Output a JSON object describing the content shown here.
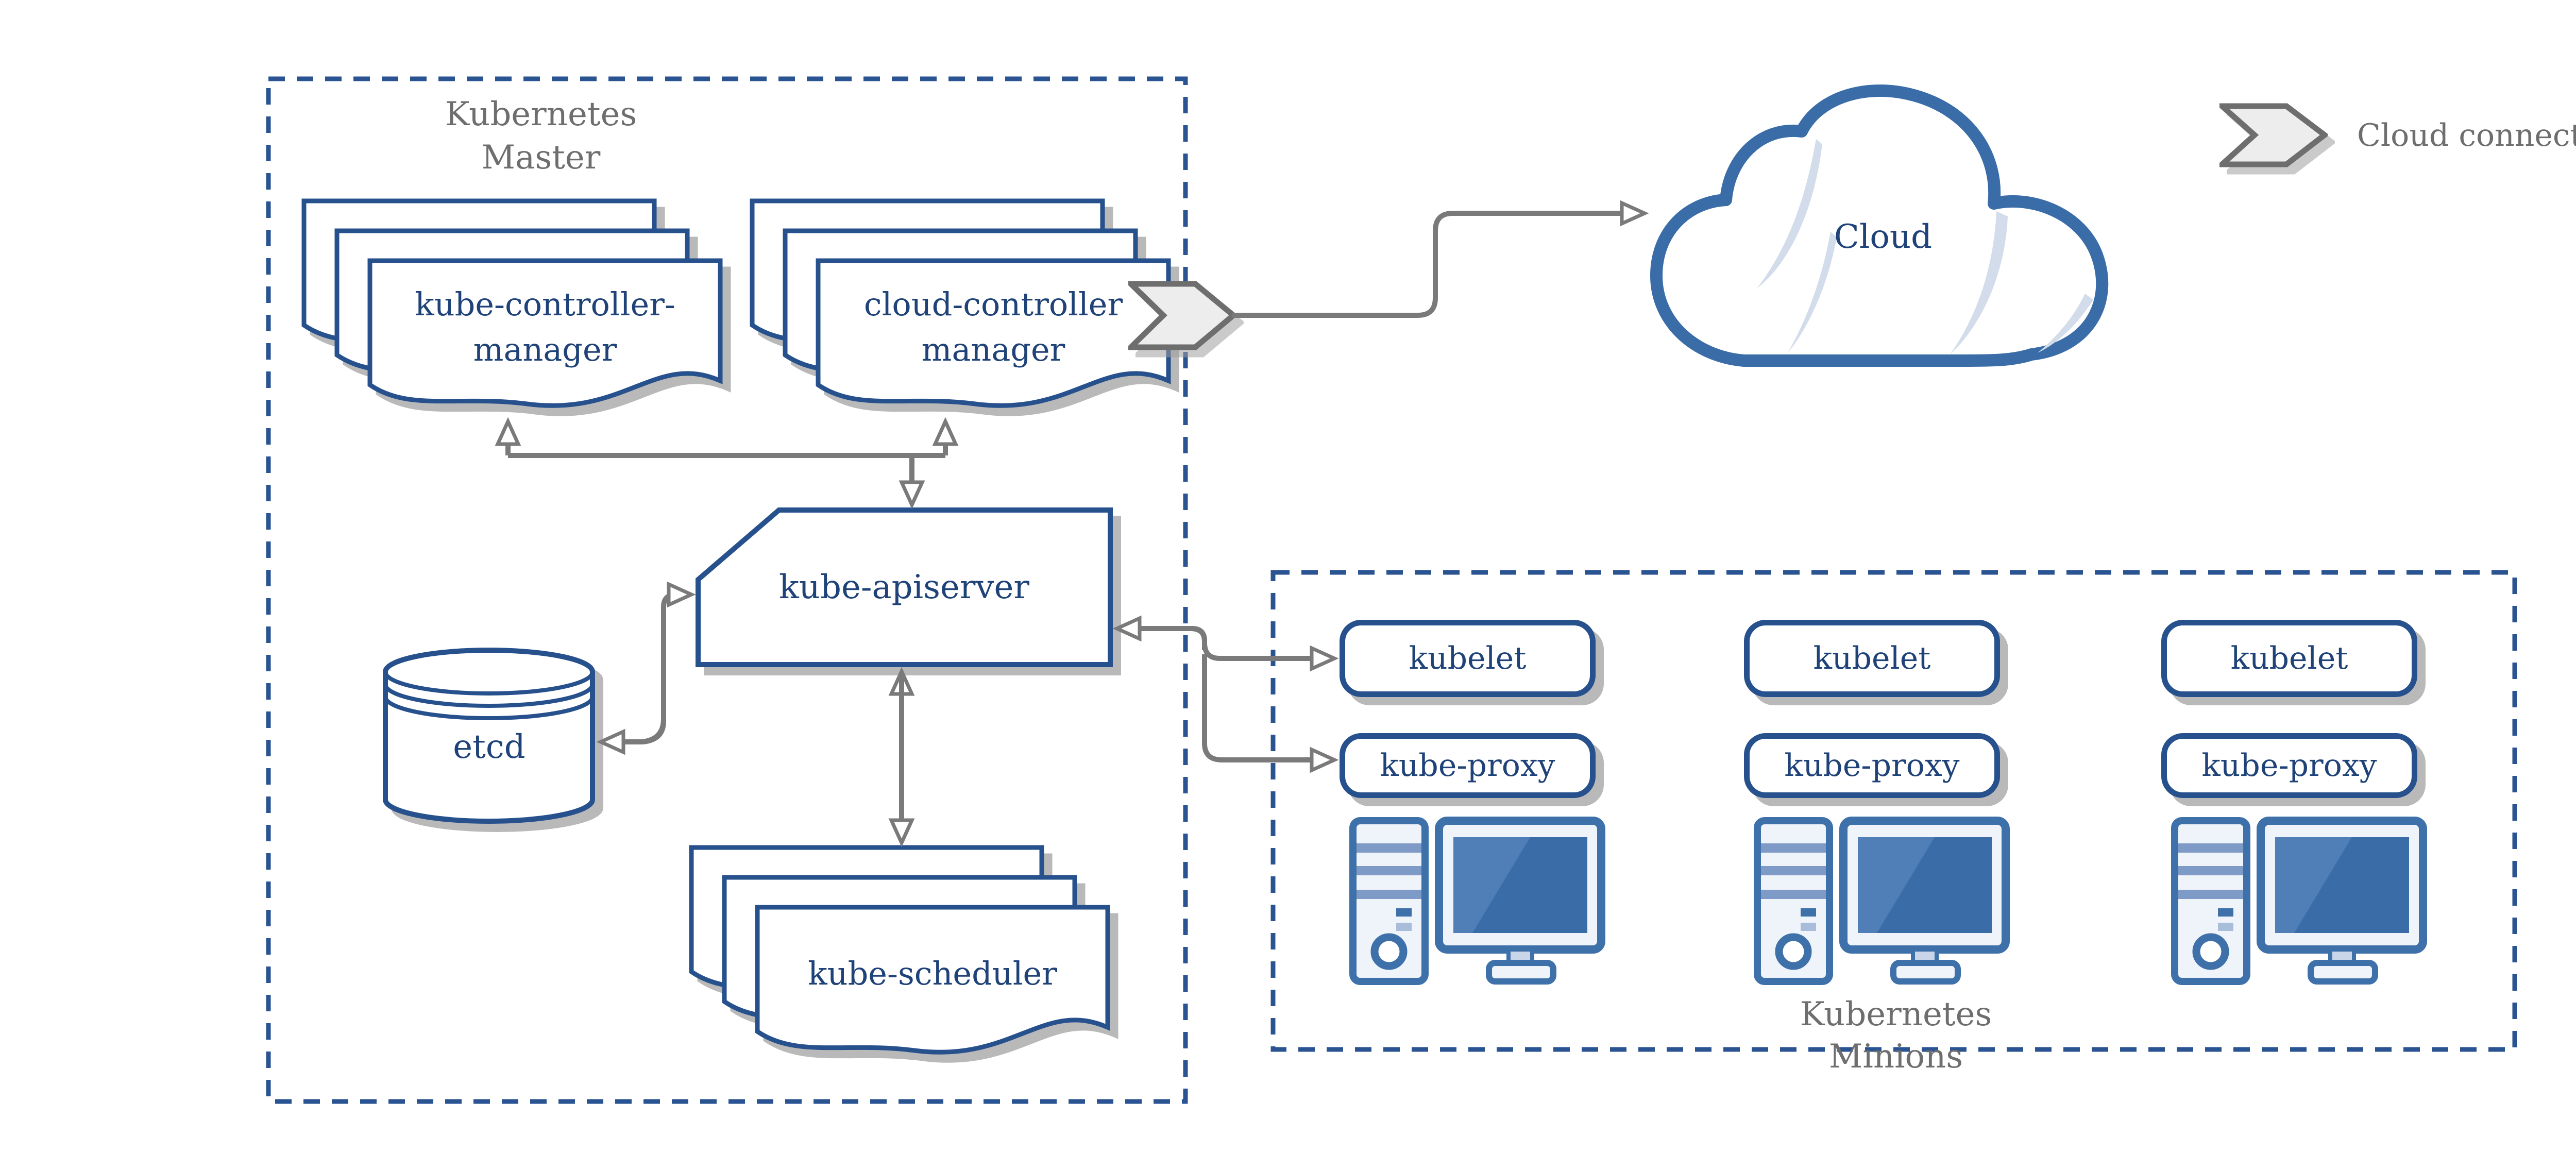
{
  "master": {
    "title": {
      "line1": "Kubernetes",
      "line2": "Master"
    },
    "kube_controller_manager": {
      "line1": "kube-controller-",
      "line2": "manager"
    },
    "cloud_controller_manager": {
      "line1": "cloud-controller",
      "line2": "manager"
    },
    "kube_apiserver": {
      "label": "kube-apiserver"
    },
    "etcd": {
      "label": "etcd"
    },
    "kube_scheduler": {
      "label": "kube-scheduler"
    }
  },
  "cloud": {
    "label": "Cloud"
  },
  "legend": {
    "cloud_connector_label": "Cloud connector"
  },
  "minions": {
    "title": {
      "line1": "Kubernetes",
      "line2": "Minions"
    },
    "nodes": [
      {
        "kubelet_label": "kubelet",
        "kube_proxy_label": "kube-proxy"
      },
      {
        "kubelet_label": "kubelet",
        "kube_proxy_label": "kube-proxy"
      },
      {
        "kubelet_label": "kubelet",
        "kube_proxy_label": "kube-proxy"
      }
    ]
  },
  "colors": {
    "primary_blue": "#27518d",
    "dashed_blue": "#2a5392",
    "text_blue": "#1f4278",
    "icon_blue": "#3e70a9",
    "icon_fill": "#eff3fa",
    "icon_stripe": "#7e9ac6",
    "screen_blue": "#3a6ca8",
    "screen_highlight": "#4f7fb6",
    "crescent_blue": "#d2dcea",
    "arrow_gray": "#7a7a7a",
    "label_gray": "#6e6e6e",
    "chevron_fill": "#ededed",
    "chevron_border": "#6e6e6e",
    "shadow_gray": "#9e9e9e"
  }
}
